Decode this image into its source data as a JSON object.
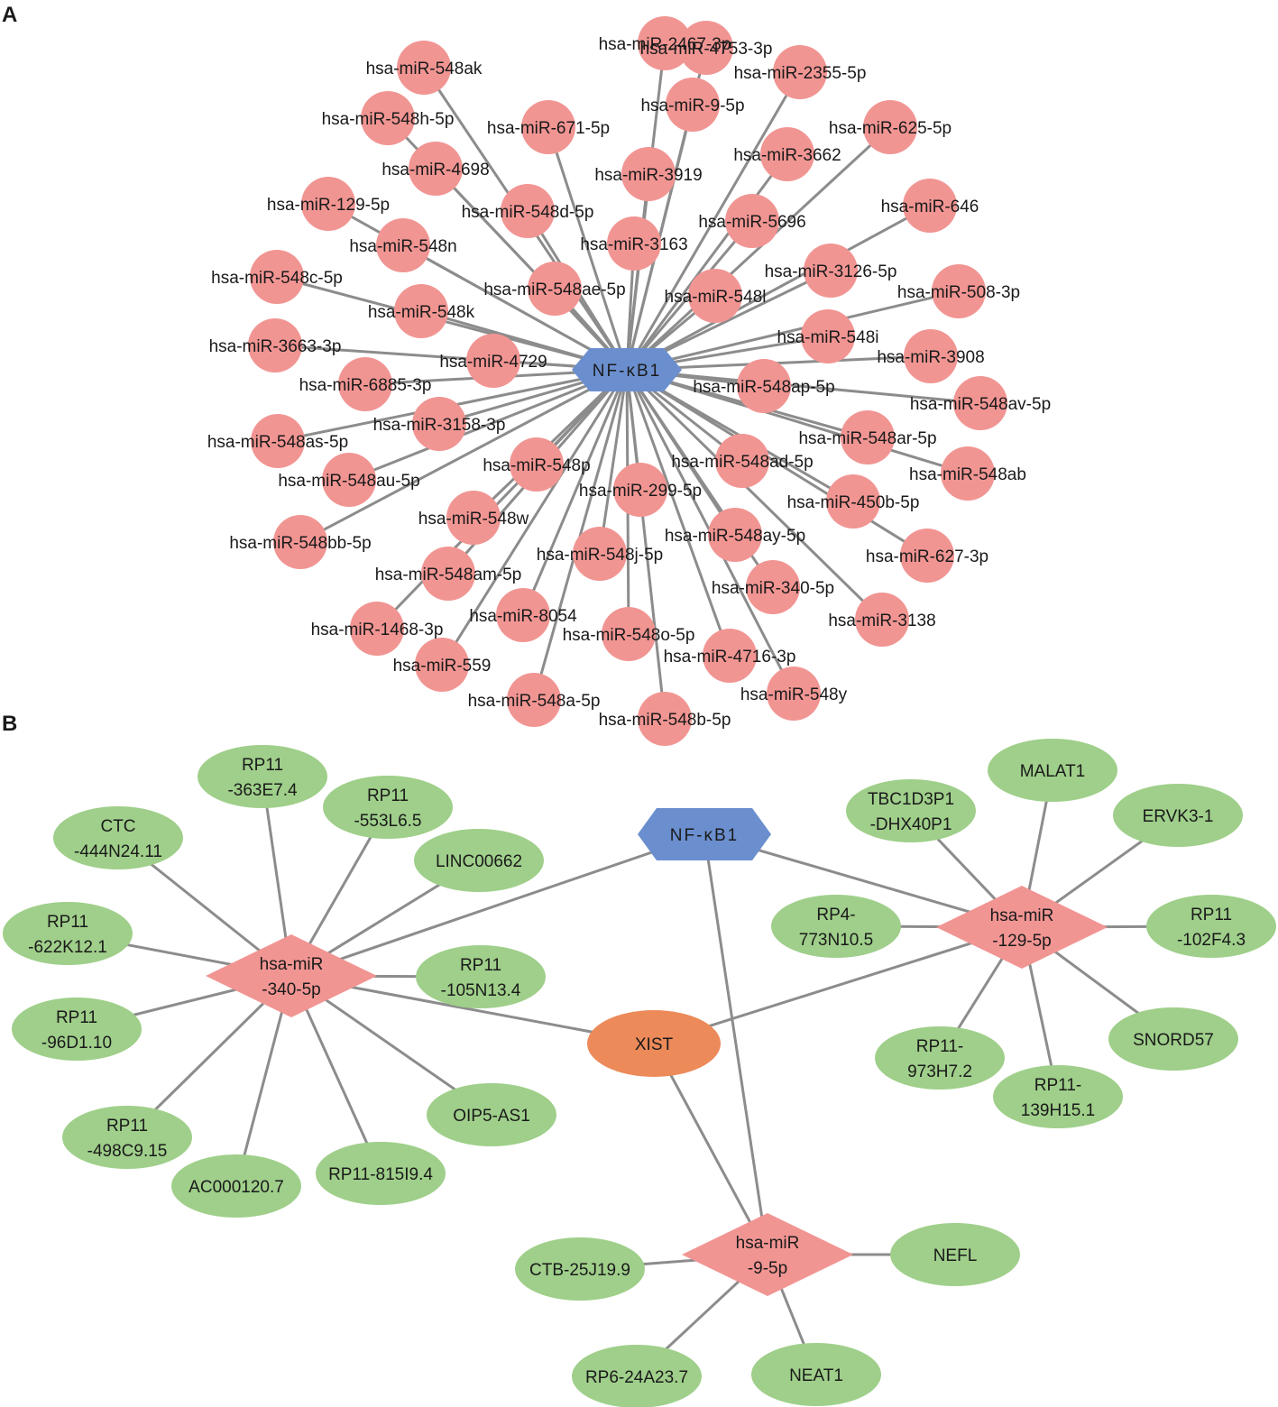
{
  "colors": {
    "edge": "#8c8c8c",
    "mirna_node": "#f19593",
    "hub_node": "#6b8fce",
    "lncrna_node": "#9fcf8a",
    "xist_node": "#ec8a59",
    "text": "#1a1a1a"
  },
  "panel_a": {
    "letter": "A",
    "hub": "NF-κB1",
    "mirnas": [
      "hsa-miR-2467-3p",
      "hsa-miR-548ak",
      "hsa-miR-4753-3p",
      "hsa-miR-2355-5p",
      "hsa-miR-548h-5p",
      "hsa-miR-671-5p",
      "hsa-miR-9-5p",
      "hsa-miR-625-5p",
      "hsa-miR-4698",
      "hsa-miR-3919",
      "hsa-miR-3662",
      "hsa-miR-129-5p",
      "hsa-miR-548d-5p",
      "hsa-miR-646",
      "hsa-miR-548n",
      "hsa-miR-3163",
      "hsa-miR-5696",
      "hsa-miR-548c-5p",
      "hsa-miR-548ae-5p",
      "hsa-miR-3126-5p",
      "hsa-miR-548l",
      "hsa-miR-508-3p",
      "hsa-miR-548k",
      "hsa-miR-3663-3p",
      "hsa-miR-548i",
      "hsa-miR-4729",
      "hsa-miR-3908",
      "hsa-miR-6885-3p",
      "hsa-miR-548ap-5p",
      "hsa-miR-548av-5p",
      "hsa-miR-3158-3p",
      "hsa-miR-548as-5p",
      "hsa-miR-548ar-5p",
      "hsa-miR-548p",
      "hsa-miR-548ad-5p",
      "hsa-miR-548ab",
      "hsa-miR-548au-5p",
      "hsa-miR-299-5p",
      "hsa-miR-450b-5p",
      "hsa-miR-548w",
      "hsa-miR-548bb-5p",
      "hsa-miR-548ay-5p",
      "hsa-miR-627-3p",
      "hsa-miR-548j-5p",
      "hsa-miR-548am-5p",
      "hsa-miR-340-5p",
      "hsa-miR-3138",
      "hsa-miR-8054",
      "hsa-miR-1468-3p",
      "hsa-miR-548o-5p",
      "hsa-miR-4716-3p",
      "hsa-miR-559",
      "hsa-miR-548y",
      "hsa-miR-548a-5p",
      "hsa-miR-548b-5p"
    ]
  },
  "panel_b": {
    "letter": "B",
    "hub": "NF-κB1",
    "xist": "XIST",
    "mirna_340": [
      "hsa-miR",
      "-340-5p"
    ],
    "mirna_129": [
      "hsa-miR",
      "-129-5p"
    ],
    "mirna_9": [
      "hsa-miR",
      "-9-5p"
    ],
    "lnc_340": [
      [
        "RP11",
        "-363E7.4"
      ],
      [
        "RP11",
        "-553L6.5"
      ],
      [
        "CTC",
        "-444N24.11"
      ],
      [
        "LINC00662"
      ],
      [
        "RP11",
        "-622K12.1"
      ],
      [
        "RP11",
        "-105N13.4"
      ],
      [
        "RP11",
        "-96D1.10"
      ],
      [
        "OIP5-AS1"
      ],
      [
        "RP11",
        "-498C9.15"
      ],
      [
        "RP11-815I9.4"
      ],
      [
        "AC000120.7"
      ]
    ],
    "lnc_129": [
      [
        "MALAT1"
      ],
      [
        "TBC1D3P1",
        "-DHX40P1"
      ],
      [
        "ERVK3-1"
      ],
      [
        "RP4-",
        "773N10.5"
      ],
      [
        "RP11",
        "-102F4.3"
      ],
      [
        "SNORD57"
      ],
      [
        "RP11-",
        "973H7.2"
      ],
      [
        "RP11-",
        "139H15.1"
      ]
    ],
    "lnc_9": [
      [
        "CTB-25J19.9"
      ],
      [
        "NEFL"
      ],
      [
        "RP6-24A23.7"
      ],
      [
        "NEAT1"
      ]
    ]
  }
}
